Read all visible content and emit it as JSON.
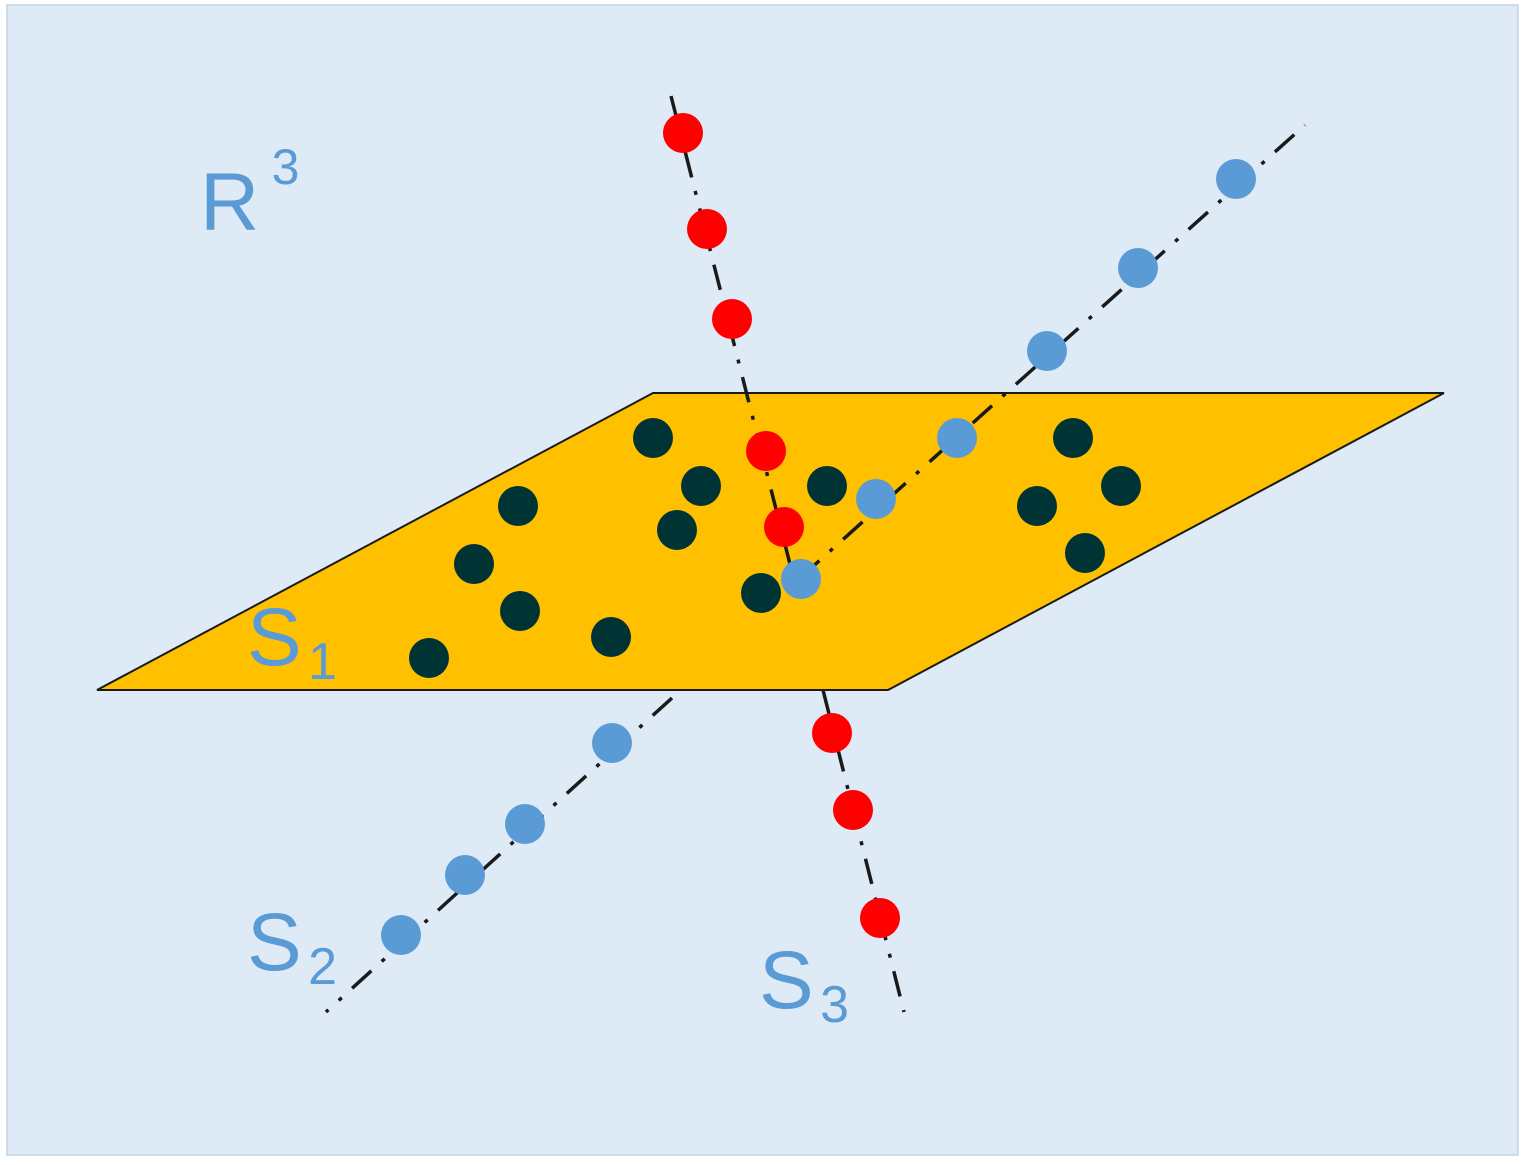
{
  "labels": {
    "space": {
      "base": "R",
      "superscript": "3"
    },
    "plane": {
      "base": "S",
      "subscript": "1"
    },
    "line_blue": {
      "base": "S",
      "subscript": "2"
    },
    "line_red": {
      "base": "S",
      "subscript": "3"
    }
  },
  "colors": {
    "background": "#deebf7",
    "border": "#c5d3e0",
    "plane_fill": "#ffc000",
    "plane_stroke": "#1a1a1a",
    "plane_points": "#003333",
    "red_points": "#ff0000",
    "blue_points": "#5b9bd5",
    "dashed_line": "#1a1a1a"
  }
}
